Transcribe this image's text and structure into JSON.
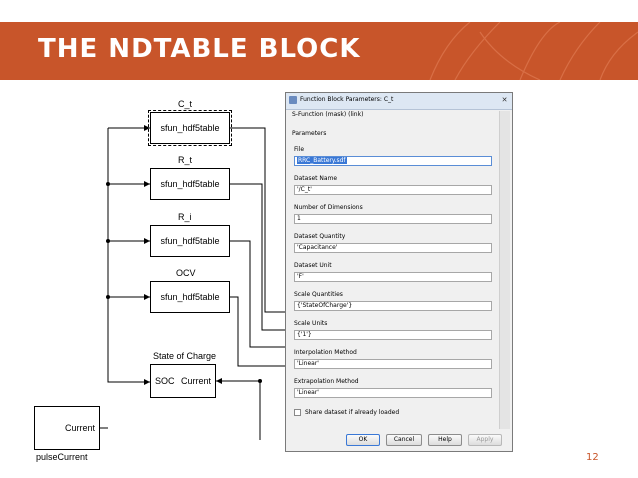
{
  "slide": {
    "title": "THE NDTABLE BLOCK",
    "page_number": "12",
    "accent_color": "#c8552a"
  },
  "diagram": {
    "blocks": [
      {
        "label": "C_t",
        "text": "sfun_hdf5table"
      },
      {
        "label": "R_t",
        "text": "sfun_hdf5table"
      },
      {
        "label": "R_i",
        "text": "sfun_hdf5table"
      },
      {
        "label": "OCV",
        "text": "sfun_hdf5table"
      }
    ],
    "soc_block": {
      "label": "State of Charge",
      "port_in": "SOC",
      "port_out": "Current"
    },
    "current_block": {
      "port_out": "Current",
      "label": "pulseCurrent"
    }
  },
  "dialog": {
    "title": "Function Block Parameters: C_t",
    "subtitle": "S-Function (mask) (link)",
    "parameters_label": "Parameters",
    "fields": [
      {
        "label": "File",
        "value": "RRC_Battery.sdf"
      },
      {
        "label": "Dataset Name",
        "value": "'/C_t'"
      },
      {
        "label": "Number of Dimensions",
        "value": "1"
      },
      {
        "label": "Dataset Quantity",
        "value": "'Capacitance'"
      },
      {
        "label": "Dataset Unit",
        "value": "'F'"
      },
      {
        "label": "Scale Quantities",
        "value": "{'StateOfCharge'}"
      },
      {
        "label": "Scale Units",
        "value": "{'1'}"
      },
      {
        "label": "Interpolation Method",
        "value": "'Linear'"
      },
      {
        "label": "Extrapolation Method",
        "value": "'Linear'"
      }
    ],
    "checkbox_label": "Share dataset if already loaded",
    "checkbox_checked": false,
    "buttons": {
      "ok": "OK",
      "cancel": "Cancel",
      "help": "Help",
      "apply": "Apply"
    }
  }
}
